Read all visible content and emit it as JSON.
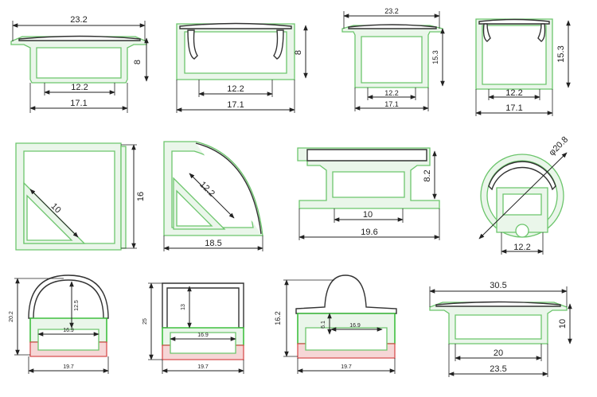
{
  "profiles": [
    {
      "id": "p1",
      "dims": [
        "23.2",
        "8",
        "12.2",
        "17.1"
      ]
    },
    {
      "id": "p2",
      "dims": [
        "8",
        "12.2",
        "17.1"
      ]
    },
    {
      "id": "p3",
      "dims": [
        "23.2",
        "15.3",
        "12.2",
        "17.1"
      ]
    },
    {
      "id": "p4",
      "dims": [
        "15.3",
        "12.2",
        "17.1"
      ]
    },
    {
      "id": "p5",
      "dims": [
        "10",
        "16"
      ]
    },
    {
      "id": "p6",
      "dims": [
        "12.2",
        "18.5"
      ]
    },
    {
      "id": "p7",
      "dims": [
        "8.2",
        "10",
        "19.6"
      ]
    },
    {
      "id": "p8",
      "dims": [
        "φ20.8",
        "12.2"
      ]
    },
    {
      "id": "p9",
      "dims": [
        "12.5",
        "20.2",
        "16.9",
        "19.7"
      ]
    },
    {
      "id": "p10",
      "dims": [
        "13",
        "25",
        "16.9",
        "19.7"
      ]
    },
    {
      "id": "p11",
      "dims": [
        "16.2",
        "6.1",
        "16.9",
        "19.7"
      ]
    },
    {
      "id": "p12",
      "dims": [
        "30.5",
        "10",
        "20",
        "23.5"
      ]
    }
  ],
  "colors": {
    "profile_stroke": "#6cc56c",
    "profile_fill": "#eaf6ea",
    "strip_red": "#d85050",
    "strip_green": "#3fbf3f",
    "dimension": "#222222"
  }
}
